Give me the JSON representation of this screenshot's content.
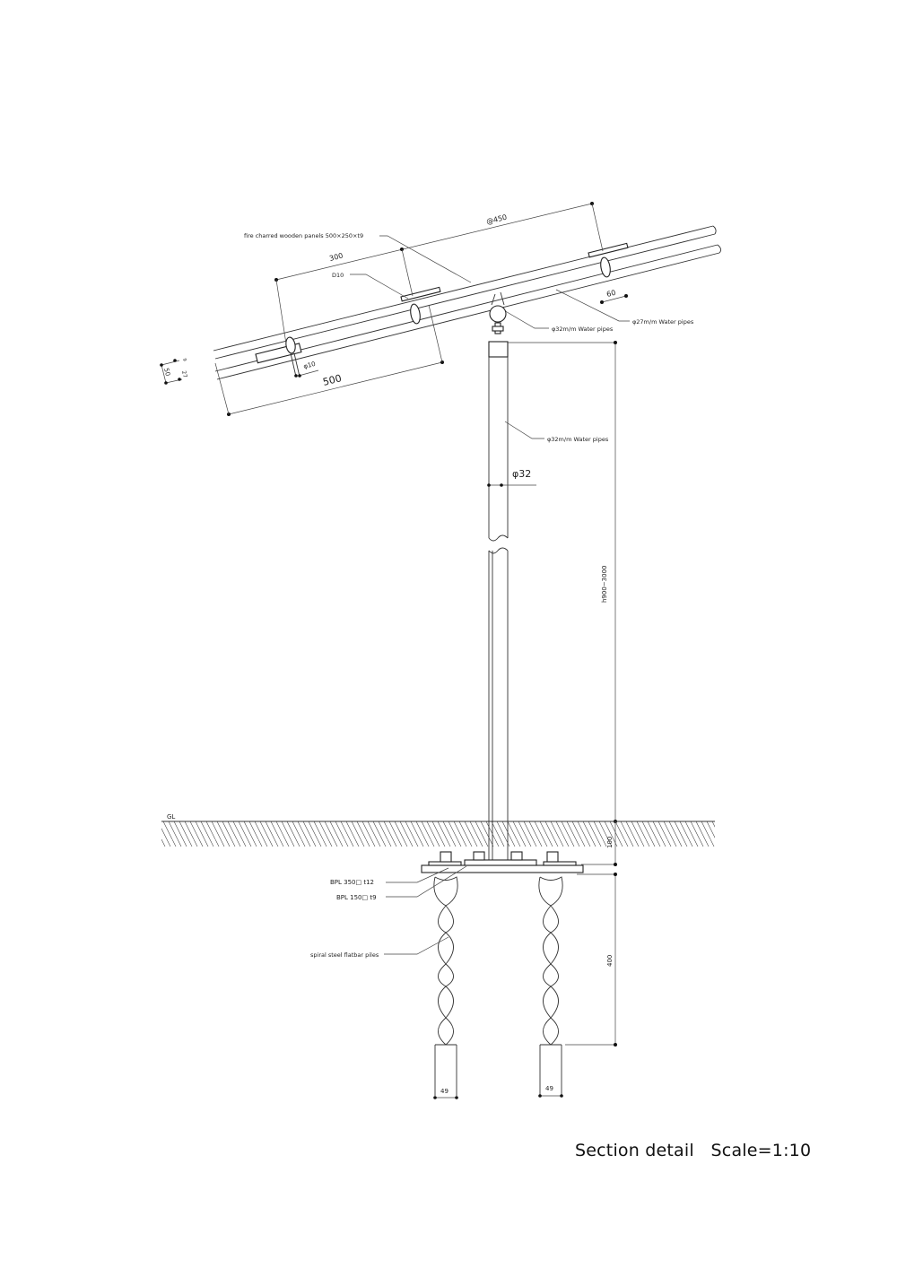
{
  "drawing": {
    "title": "Section detail",
    "scale": "Scale=1:10",
    "title_full": "Section detail   Scale=1:10"
  },
  "labels": {
    "panels": "fire charred wooden panels 500×250×t9",
    "rebar": "D10",
    "pipe_27": "φ27m/m Water pipes",
    "pipe_32_top": "φ32m/m Water pipes",
    "pipe_32_mid": "φ32m/m Water pipes",
    "ground_line": "GL",
    "bpl_350": "BPL 350□ t12",
    "bpl_150": "BPL 150□ t9",
    "piles": "spiral steel flatbar piles"
  },
  "dimensions": {
    "pitch": "@450",
    "panel_offset": "300",
    "panel_length": "500",
    "clip_width": "60",
    "rod_dia": "φ10",
    "pipe_dia": "φ32",
    "height_range": "h900~3000",
    "depth_100": "100",
    "pile_400": "400",
    "section_50": "50",
    "section_27": "27",
    "section_9": "9",
    "pile_width_left": "49",
    "pile_width_right": "49"
  }
}
